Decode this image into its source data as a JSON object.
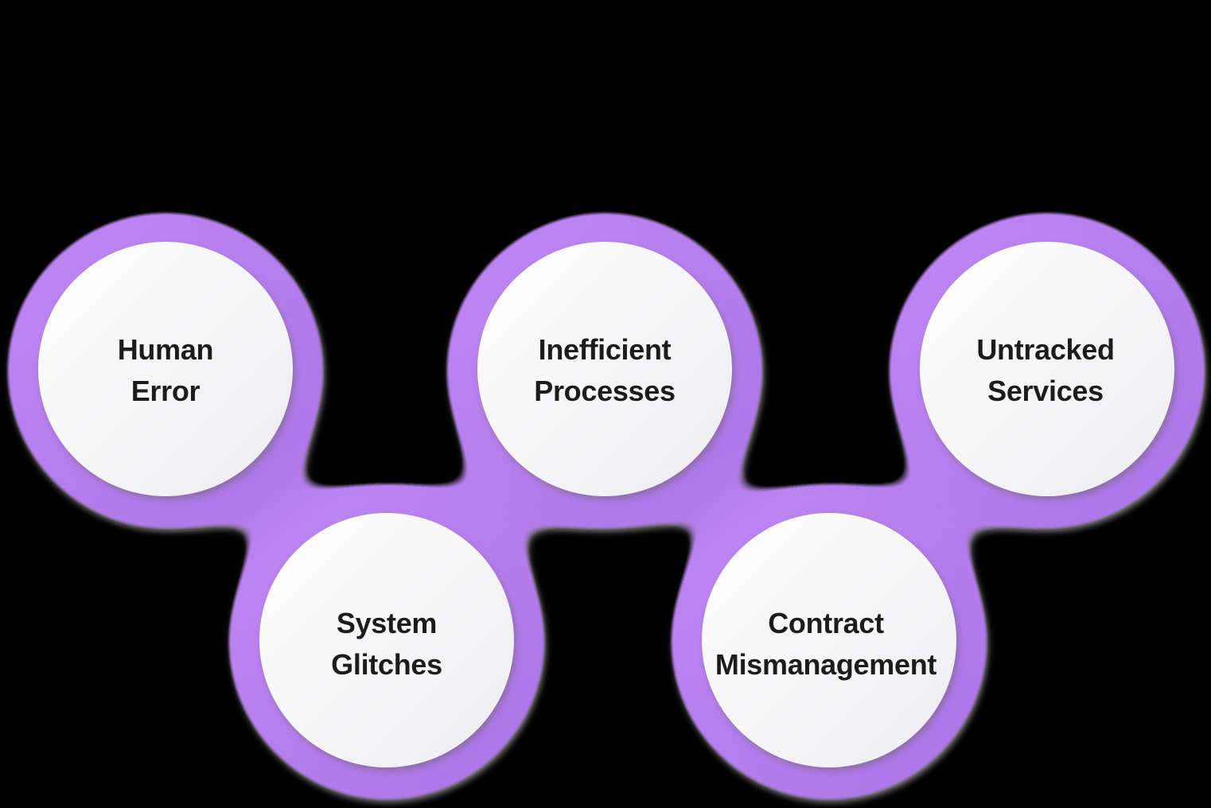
{
  "page": {
    "background": "#000000"
  },
  "colors": {
    "ring_light": "#c289f4",
    "ring_dark": "#a873e8",
    "inner_light": "#ffffff",
    "inner_dark": "#edecef",
    "outer_shadow": "#918c90",
    "inner_shadow": "#6b6669",
    "text": "#1c1c1c"
  },
  "diagram": {
    "type": "connected-circles-infographic",
    "nodes": [
      {
        "id": "human-error",
        "line1": "Human",
        "line2": "Error"
      },
      {
        "id": "inefficient-processes",
        "line1": "Inefficient",
        "line2": "Processes"
      },
      {
        "id": "untracked-services",
        "line1": "Untracked",
        "line2": "Services"
      },
      {
        "id": "system-glitches",
        "line1": "System",
        "line2": "Glitches"
      },
      {
        "id": "contract-mismanagement",
        "line1": "Contract",
        "line2": "Mismanagement"
      }
    ]
  }
}
